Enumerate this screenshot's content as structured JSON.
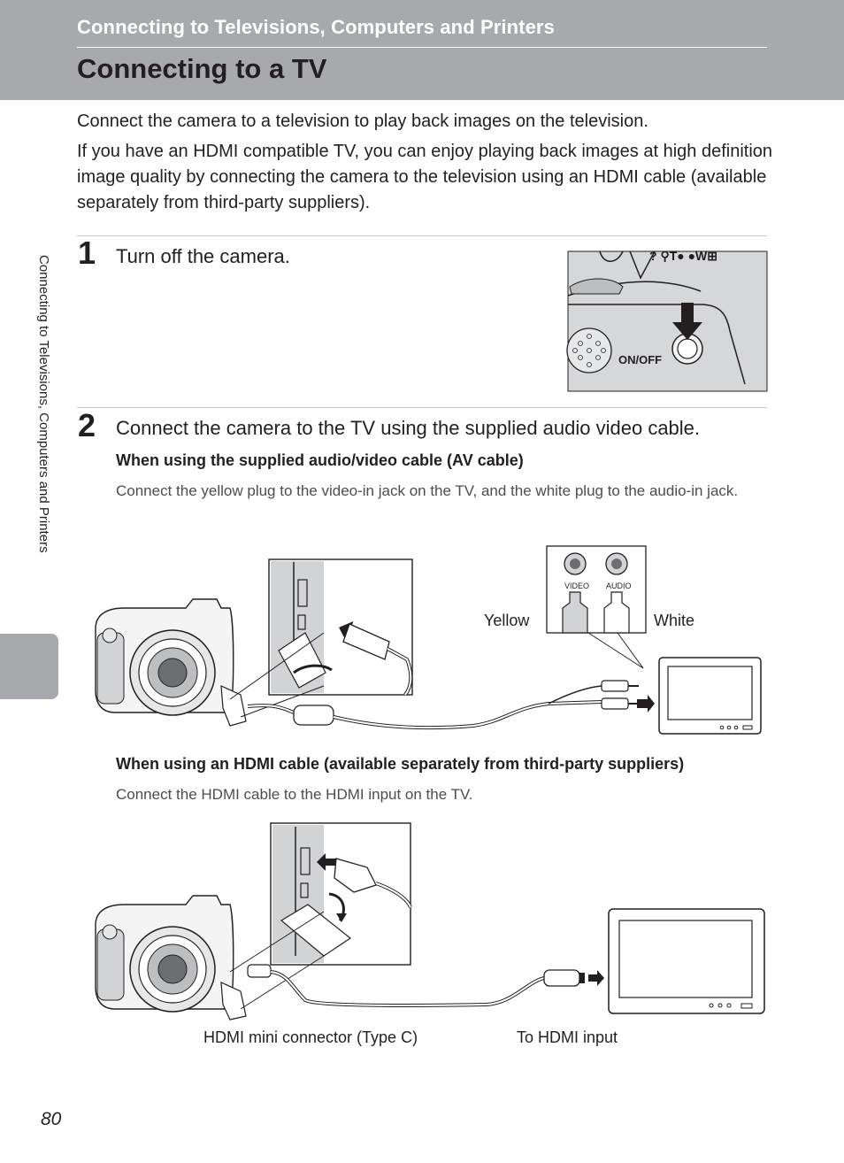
{
  "header": {
    "section_title": "Connecting to Televisions, Computers and Printers",
    "page_title": "Connecting to a TV"
  },
  "sidebar": {
    "chapter_label": "Connecting to Televisions, Computers and Printers"
  },
  "intro": {
    "paragraph1": "Connect the camera to a television to play back images on the television.",
    "paragraph2": "If you have an HDMI compatible TV, you can enjoy playing back images at high definition image quality by connecting the camera to the television using an HDMI cable (available separately from third-party suppliers)."
  },
  "steps": [
    {
      "number": "1",
      "text": "Turn off the camera.",
      "figure_label": "ON/OFF"
    },
    {
      "number": "2",
      "text": "Connect the camera to the TV using the supplied audio video cable.",
      "av": {
        "heading": "When using the supplied audio/video cable (AV cable)",
        "body": "Connect the yellow plug to the video-in jack on the TV, and the white plug to the audio-in jack.",
        "jack_labels": [
          "VIDEO",
          "AUDIO"
        ],
        "label_yellow": "Yellow",
        "label_white": "White"
      },
      "hdmi": {
        "heading": "When using an HDMI cable (available separately from third-party suppliers)",
        "body": "Connect the HDMI cable to the HDMI input on the TV.",
        "label_connector": "HDMI mini connector (Type C)",
        "label_input": "To HDMI input"
      }
    }
  ],
  "footer": {
    "page_number": "80"
  }
}
